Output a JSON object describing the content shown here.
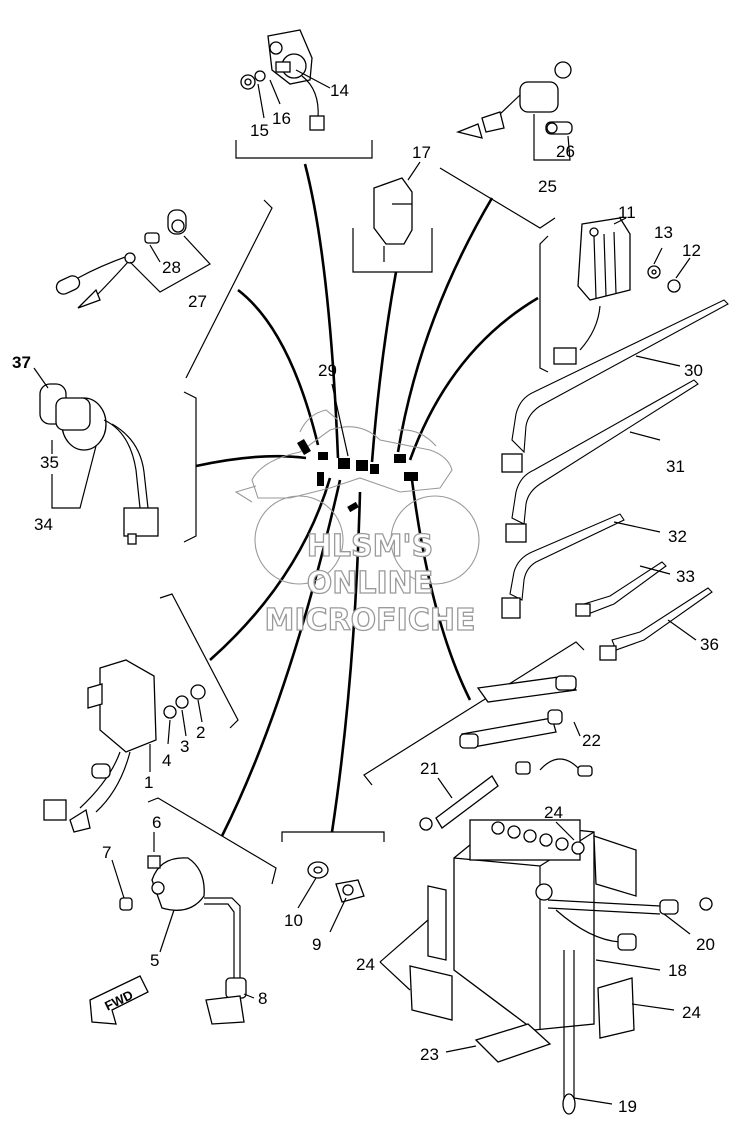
{
  "watermark": {
    "line1": "HLSM'S",
    "line2": "ONLINE",
    "line3": "MICROFICHE"
  },
  "direction_sign": "FWD",
  "callouts": {
    "c1": "1",
    "c2": "2",
    "c3": "3",
    "c4": "4",
    "c5": "5",
    "c6": "6",
    "c7": "7",
    "c8": "8",
    "c9": "9",
    "c10": "10",
    "c11": "11",
    "c12": "12",
    "c13": "13",
    "c14": "14",
    "c15": "15",
    "c16": "16",
    "c17": "17",
    "c18": "18",
    "c19": "19",
    "c20": "20",
    "c21": "21",
    "c22": "22",
    "c23": "23",
    "c24a": "24",
    "c24b": "24",
    "c24c": "24",
    "c25": "25",
    "c26": "26",
    "c27": "27",
    "c28": "28",
    "c29": "29",
    "c30": "30",
    "c31": "31",
    "c32": "32",
    "c33": "33",
    "c34": "34",
    "c35": "35",
    "c36": "36",
    "c37": "37"
  }
}
